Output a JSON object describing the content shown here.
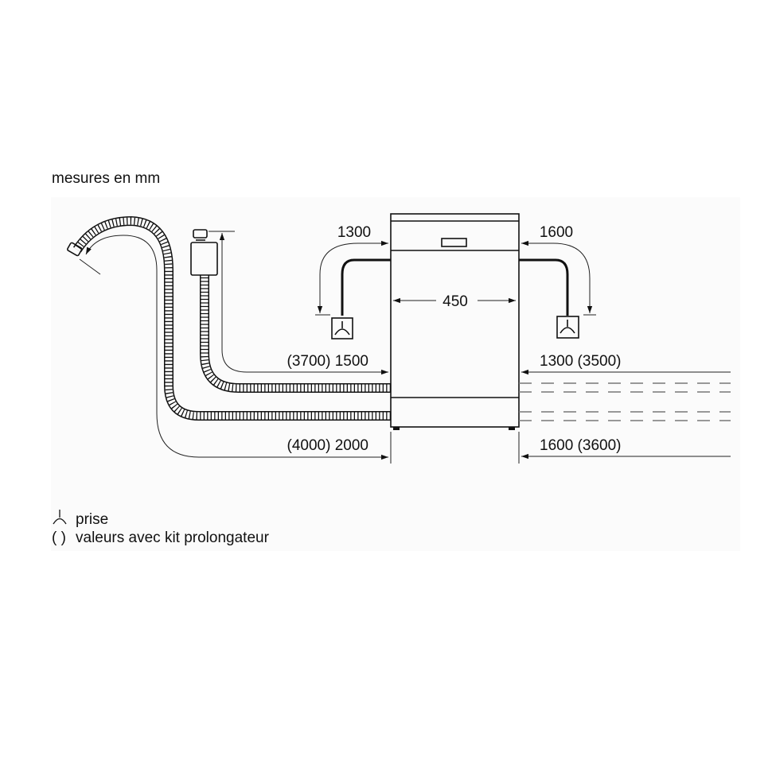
{
  "title": "mesures en mm",
  "dimensions": {
    "width": "450",
    "top_left_hose": "1300",
    "top_right_hose": "1600",
    "inlet_left": "(3700) 1500",
    "inlet_right": "1300 (3500)",
    "drain_left": "(4000) 2000",
    "drain_right": "1600 (3600)"
  },
  "legend": {
    "socket_symbol": "socket-icon",
    "socket_label": "prise",
    "parens_symbol": "( )",
    "parens_label": "valeurs avec kit prolongateur"
  }
}
